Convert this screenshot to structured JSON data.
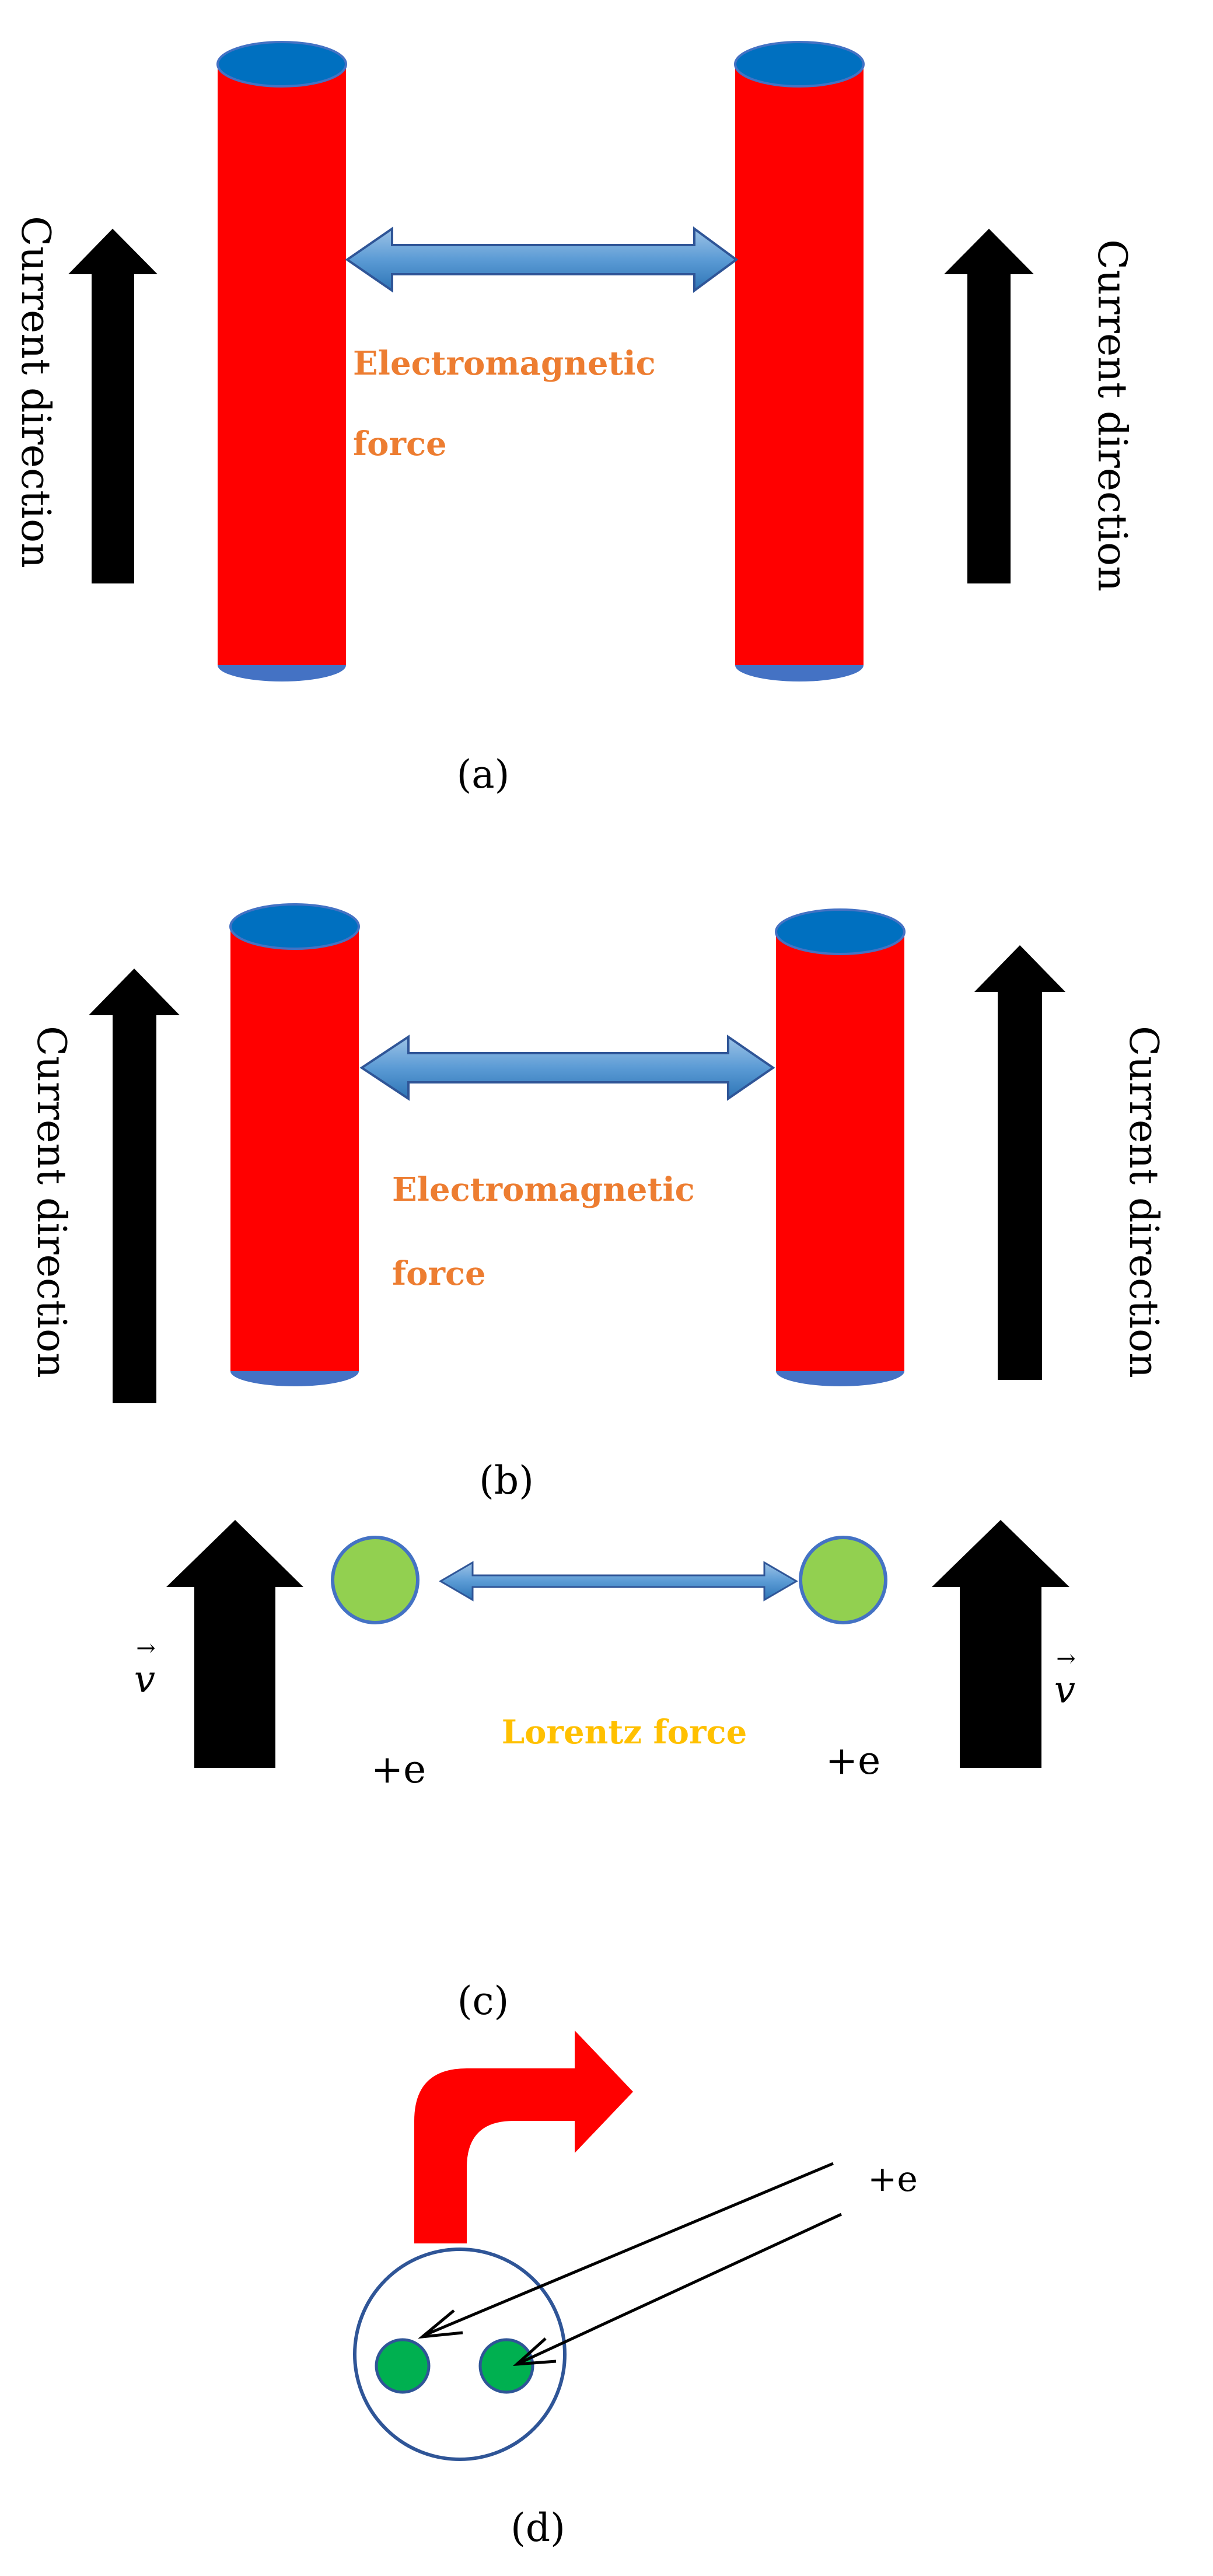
{
  "colors": {
    "wire": "#ff0000",
    "wire_top": "#0070c0",
    "wire_edge": "#4472c4",
    "arrow": "#000000",
    "double_arrow": "#5b9bd5",
    "electromagnetic_text": "#ed7d31",
    "lorentz_text": "#ffc000",
    "charge_light": "#92d050",
    "charge_dark": "#00b050",
    "bent_arrow": "#ff0000",
    "circle_edge": "#2f5597"
  },
  "panel_a": {
    "caption": "(a)",
    "left_label": "Current direction",
    "right_label": "Current direction",
    "force_line1": "Electromagnetic",
    "force_line2": "force"
  },
  "panel_b": {
    "caption": "(b)",
    "left_label": "Current direction",
    "right_label": "Current direction",
    "force_line1": "Electromagnetic",
    "force_line2": "force"
  },
  "panel_c": {
    "caption": "(c)",
    "velocity_symbol": "v",
    "vector_mark": "→",
    "left_charge": "+e",
    "right_charge": "+e",
    "force_label": "Lorentz force"
  },
  "panel_d": {
    "caption": "(d)",
    "charge_label": "+e"
  }
}
